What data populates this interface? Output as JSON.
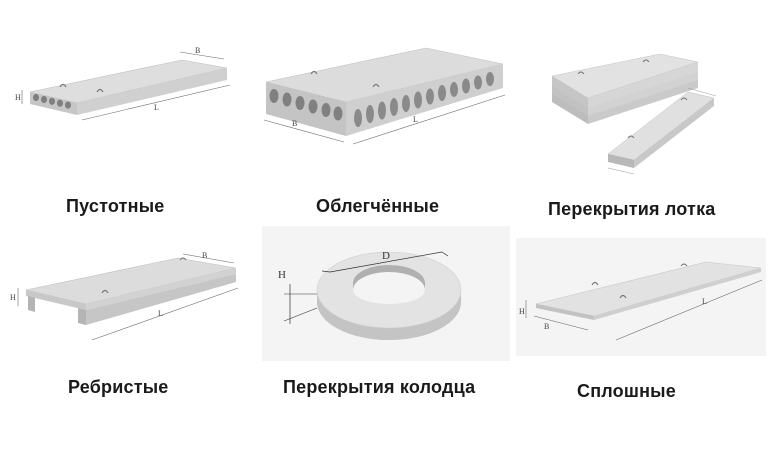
{
  "items": [
    {
      "caption": "Пустотные",
      "dims": {
        "b": "B",
        "h": "H",
        "l": "L"
      }
    },
    {
      "caption": "Облегчённые",
      "dims": {
        "b": "B",
        "l": "L"
      }
    },
    {
      "caption": "Перекрытия лотка",
      "dims": {}
    },
    {
      "caption": "Ребристые",
      "dims": {
        "b": "B",
        "h": "H",
        "l": "L"
      }
    },
    {
      "caption": "Перекрытия колодца",
      "dims": {
        "d": "D",
        "h": "H"
      }
    },
    {
      "caption": "Сплошные",
      "dims": {
        "b": "B",
        "h": "H",
        "l": "L"
      }
    }
  ],
  "colors": {
    "concrete_top": "#dcdcdc",
    "concrete_side": "#c4c4c4",
    "concrete_dark": "#9a9a9a",
    "panel_bg": "#f4f4f4",
    "caption": "#1a1a1a"
  },
  "icons": [
    "hollow-core-slab-icon",
    "lightweight-slab-icon",
    "tray-slab-stack-icon",
    "ribbed-slab-icon",
    "well-ring-slab-icon",
    "solid-slab-icon"
  ]
}
